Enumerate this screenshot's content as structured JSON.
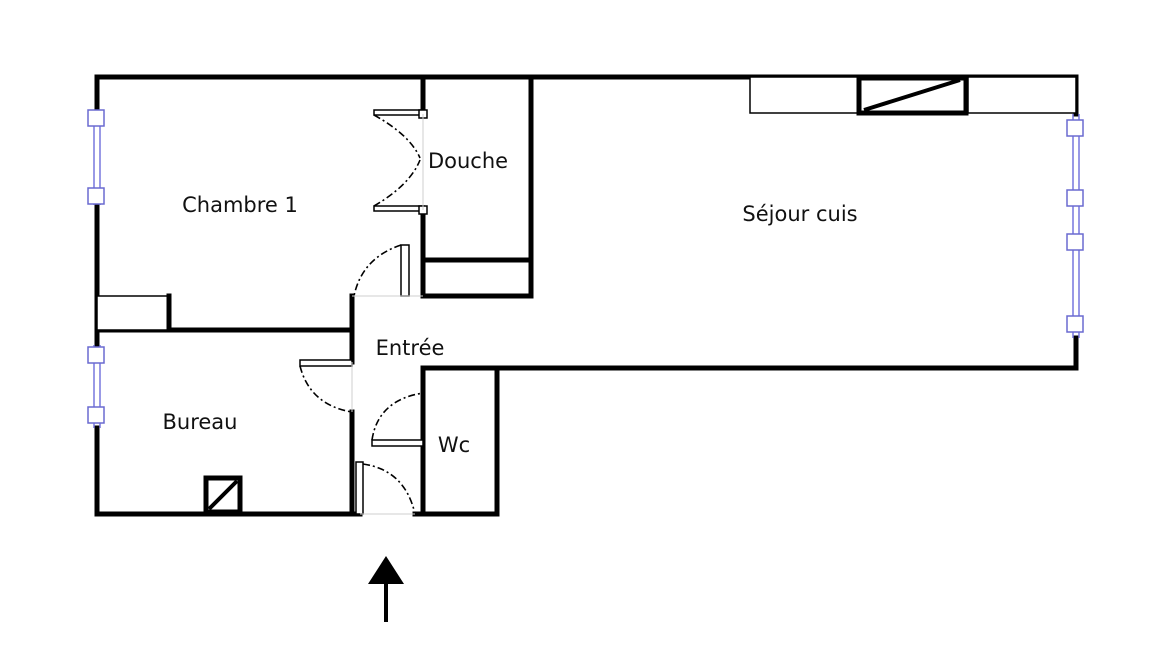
{
  "plan": {
    "rooms": [
      {
        "id": "chambre-1",
        "label": "Chambre 1"
      },
      {
        "id": "douche",
        "label": "Douche"
      },
      {
        "id": "sejour-cuis",
        "label": "Séjour cuis"
      },
      {
        "id": "entree",
        "label": "Entrée"
      },
      {
        "id": "bureau",
        "label": "Bureau"
      },
      {
        "id": "wc",
        "label": "Wc"
      }
    ],
    "entrance_arrow": "arrow-up-icon",
    "colors": {
      "walls": "#000000",
      "windows": "#6a6ad0",
      "background": "#ffffff"
    }
  }
}
